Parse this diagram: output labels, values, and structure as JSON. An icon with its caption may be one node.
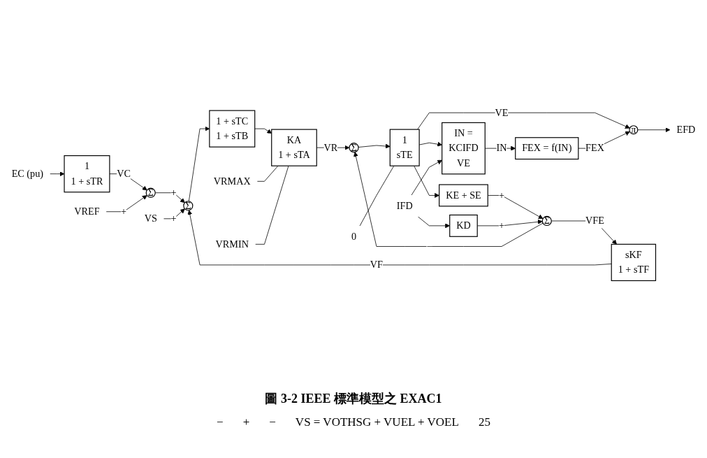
{
  "diagram": {
    "caption": "圖 3-2 IEEE 標準模型之 EXAC1",
    "nodes": [
      {
        "text": [
          "VREF"
        ]
      },
      {
        "text": [
          "VS"
        ]
      },
      {
        "text": [
          "VRMAX"
        ]
      },
      {
        "text": [
          "EC (pu)"
        ]
      },
      {
        "text": [
          "1",
          "1 + sTR"
        ]
      },
      {
        "text": [
          "Σ"
        ]
      },
      {
        "text": [
          "Σ"
        ]
      },
      {
        "text": [
          "1 + sTC",
          "1 + sTB"
        ]
      },
      {
        "text": [
          "KA",
          "1 + sTA"
        ]
      },
      {
        "text": [
          "Σ"
        ]
      },
      {
        "text": [
          "1",
          "sTE"
        ]
      },
      {
        "text": [
          "π"
        ]
      },
      {
        "text": [
          "EFD"
        ]
      },
      {
        "text": [
          "VRMIN"
        ]
      },
      {
        "text": [
          "0"
        ]
      },
      {
        "text": [
          "FEX = f(IN)"
        ]
      },
      {
        "text": [
          "KE + SE"
        ]
      },
      {
        "text": [
          "IN =",
          "KCIFD",
          "VE"
        ]
      },
      {
        "text": [
          "sKF",
          "1 + sTF"
        ]
      },
      {
        "text": [
          "Σ"
        ]
      },
      {
        "text": [
          "KD"
        ]
      },
      {
        "text": [
          "IFD"
        ]
      }
    ],
    "edges": [
      {
        "from": 3,
        "to": 4,
        "arrow": "to"
      },
      {
        "from": 4,
        "to": 5,
        "arrow": "to",
        "label": "VC"
      },
      {
        "from": 0,
        "to": 5,
        "arrow": "to",
        "label": "+"
      },
      {
        "from": 5,
        "to": 6,
        "arrow": "to",
        "label": "+"
      },
      {
        "from": 1,
        "to": 6,
        "arrow": "to",
        "label": "+"
      },
      {
        "from": 6,
        "to": 7,
        "arrow": "to"
      },
      {
        "from": 7,
        "to": 8,
        "arrow": "to"
      },
      {
        "from": 8,
        "to": 9,
        "arrow": "to",
        "label": "VR"
      },
      {
        "from": 9,
        "to": 10,
        "arrow": "to"
      },
      {
        "from": 10,
        "to": 11,
        "arrow": "to",
        "label": "VE"
      },
      {
        "from": 10,
        "to": 16,
        "arrow": "to"
      },
      {
        "from": 10,
        "to": 17,
        "arrow": "to"
      },
      {
        "from": 11,
        "to": 12,
        "arrow": "to"
      },
      {
        "from": 2,
        "to": 8,
        "arrow": "none"
      },
      {
        "from": 13,
        "to": 8,
        "arrow": "none"
      },
      {
        "from": 14,
        "to": 10,
        "arrow": "none"
      },
      {
        "from": 15,
        "to": 11,
        "arrow": "to",
        "label": "FEX"
      },
      {
        "from": 17,
        "to": 15,
        "arrow": "to",
        "label": "IN"
      },
      {
        "from": 16,
        "to": 19,
        "arrow": "to",
        "label": "+"
      },
      {
        "from": 19,
        "to": 18,
        "arrow": "to",
        "label": "VFE"
      },
      {
        "from": 19,
        "to": 9,
        "arrow": "to",
        "label": "−"
      },
      {
        "from": 18,
        "to": 6,
        "arrow": "to",
        "label": "VF"
      },
      {
        "from": 20,
        "to": 19,
        "arrow": "to",
        "label": "+"
      },
      {
        "from": 21,
        "to": 20,
        "arrow": "to"
      },
      {
        "from": 21,
        "to": 17,
        "arrow": "to"
      }
    ],
    "labels": [
      "−",
      "+",
      "−",
      "VS = VOTHSG + VUEL + VOEL",
      "25"
    ]
  }
}
